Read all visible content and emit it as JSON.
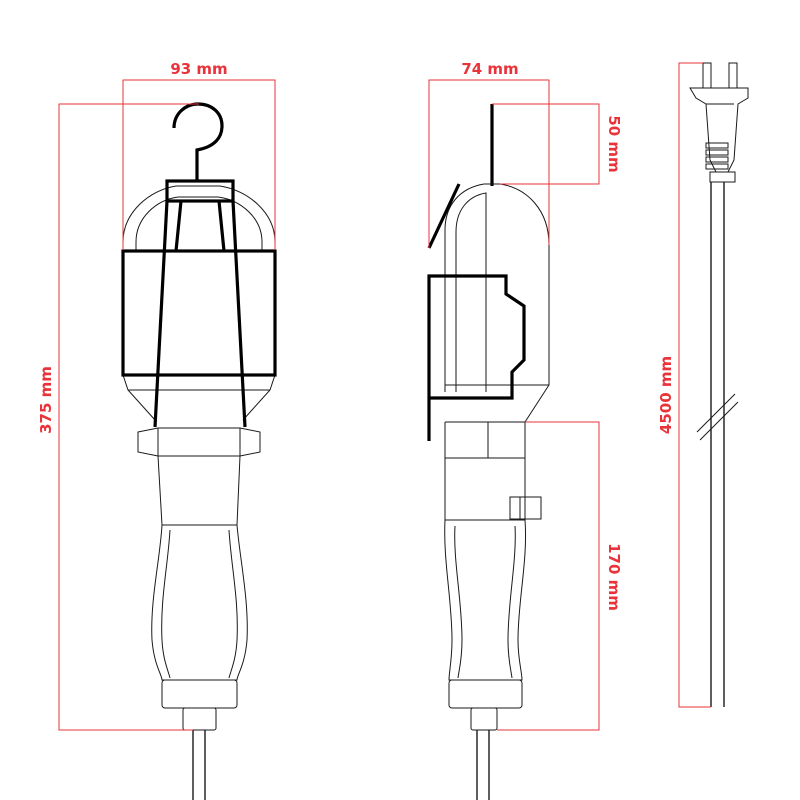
{
  "colors": {
    "dimension": "#e8333a",
    "outline": "#1a1a1a",
    "cage": "#000000"
  },
  "dimensions": {
    "front_width": "93 mm",
    "front_height": "375 mm",
    "side_width": "74 mm",
    "hook_height": "50 mm",
    "handle_length": "170 mm",
    "cable_length": "4500 mm"
  }
}
